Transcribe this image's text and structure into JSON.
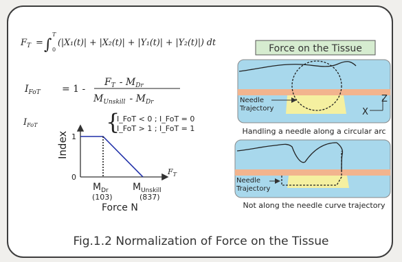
{
  "formula_ft": {
    "lhs": "F",
    "lhs_sub": "T",
    "integral_upper": "T",
    "integral_lower": "0",
    "body": "(|X₁(t)| + |X₂(t)| + |Y₁(t)| + |Y₂(t)|) dt"
  },
  "formula_ifot": {
    "lhs": "I",
    "lhs_sub": "FoT",
    "prefix": "= 1 -",
    "numerator": "F",
    "numerator_sub": "T",
    "numerator_minus": "- M",
    "numerator_minus_sub": "Dr",
    "denominator": "M",
    "denominator_sub": "Unskill",
    "denominator_minus": "- M",
    "denominator_minus_sub": "Dr"
  },
  "conditions": [
    "I_FoT < 0 ; I_FoT = 0",
    "I_FoT > 1 ; I_FoT = 1"
  ],
  "graph": {
    "y_symbol": "I",
    "y_symbol_sub": "FoT",
    "y_label": "Index",
    "tick_1": "1",
    "tick_0": "0",
    "x_symbol": "F",
    "x_symbol_sub": "T",
    "m_dr": "M",
    "m_dr_sub": "Dr",
    "m_dr_value": "(103)",
    "m_unskill": "M",
    "m_unskill_sub": "Unskill",
    "m_unskill_value": "(837)",
    "x_label": "Force N",
    "line_color": "#1f2fa8"
  },
  "panel_title": "Force on the Tissue",
  "panel_title_bg": "#d6ecd0",
  "panel_top": {
    "needle_label_1": "Needle",
    "needle_label_2": "Trajectory",
    "axis_x": "X",
    "axis_z": "Z",
    "caption": "Handling a needle along a circular arc"
  },
  "panel_bottom": {
    "needle_label_1": "Needle",
    "needle_label_2": "Trajectory",
    "caption": "Not along the needle curve trajectory"
  },
  "colors": {
    "tissue_bg": "#a8d8ec",
    "tissue_stripe": "#f2b48e",
    "tissue_patch": "#f5f0a0"
  },
  "figure_caption": "Fig.1.2 Normalization of Force on the Tissue"
}
